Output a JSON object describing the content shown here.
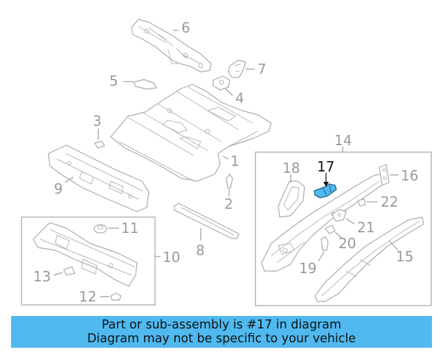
{
  "diagram": {
    "highlight_color": "#4fb9f0",
    "highlighted_part": "17",
    "callouts": {
      "p1": "1",
      "p2": "2",
      "p3": "3",
      "p4": "4",
      "p5": "5",
      "p6": "6",
      "p7": "7",
      "p8": "8",
      "p9": "9",
      "p10": "10",
      "p11": "11",
      "p12": "12",
      "p13": "13",
      "p14": "14",
      "p15": "15",
      "p16": "16",
      "p17": "17",
      "p18": "18",
      "p19": "19",
      "p20": "20",
      "p21": "21",
      "p22": "22"
    }
  },
  "banner": {
    "line1": "Part or sub-assembly is #17 in diagram",
    "line2": "Diagram may not be specific to your vehicle"
  }
}
